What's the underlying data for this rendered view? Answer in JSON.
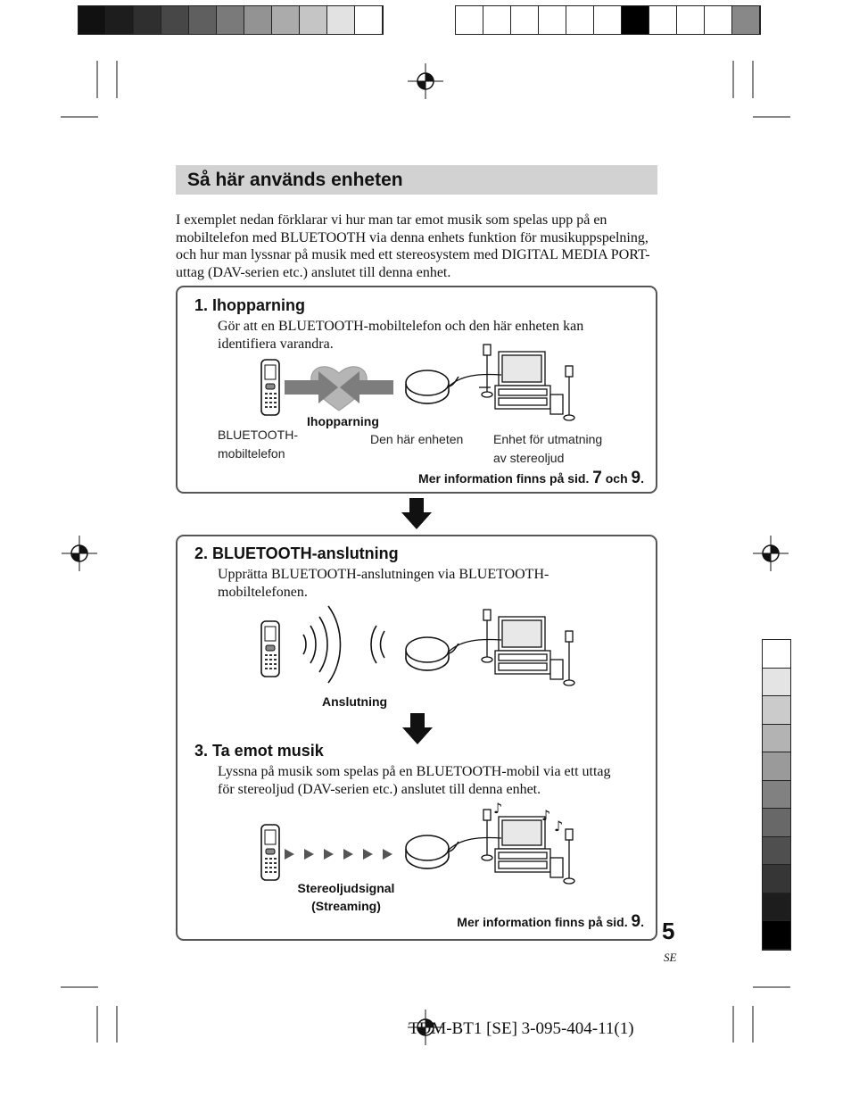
{
  "colors": {
    "title_bar": "#d2d2d2",
    "top_bar_left": [
      "#111111",
      "#1d1d1d",
      "#2f2f2f",
      "#474747",
      "#5f5f5f",
      "#7a7a7a",
      "#939393",
      "#ababab",
      "#c5c5c5",
      "#e2e2e2",
      "#ffffff"
    ],
    "top_bar_right": [
      "#ffffff",
      "#ffffff",
      "#ffffff",
      "#ffffff",
      "#ffffff",
      "#ffffff",
      "#000000",
      "#ffffff",
      "#ffffff",
      "#ffffff",
      "#888888"
    ],
    "side_bar": [
      "#ffffff",
      "#e4e4e4",
      "#cbcbcb",
      "#b3b3b3",
      "#9a9a9a",
      "#818181",
      "#686868",
      "#4f4f4f",
      "#363636",
      "#1d1d1d",
      "#000000"
    ]
  },
  "section": {
    "title": "Så här används enheten",
    "intro": "I exemplet nedan förklarar vi hur man tar emot musik som spelas upp på en mobiltelefon med BLUETOOTH via denna enhets funktion för musikuppspelning, och hur man lyssnar på musik med ett stereosystem med DIGITAL MEDIA PORT-uttag (DAV-serien etc.) anslutet till denna enhet."
  },
  "step1": {
    "heading": "1. Ihopparning",
    "text": "Gör att en BLUETOOTH-mobiltelefon och den här enheten kan identifiera varandra.",
    "label_pairing": "Ihopparning",
    "label_phone_1": "BLUETOOTH-",
    "label_phone_2": "mobiltelefon",
    "label_unit": "Den här enheten",
    "label_output_1": "Enhet för utmatning",
    "label_output_2": "av stereoljud",
    "more_prefix": "Mer information finns på sid.",
    "more_page_a": "7",
    "more_and": "och",
    "more_page_b": "9",
    "more_end": "."
  },
  "step2": {
    "heading": "2. BLUETOOTH-anslutning",
    "text": "Upprätta BLUETOOTH-anslutningen via BLUETOOTH-mobiltelefonen.",
    "label_connection": "Anslutning"
  },
  "step3": {
    "heading": "3. Ta emot musik",
    "text": "Lyssna på musik som spelas på en BLUETOOTH-mobil via ett uttag för stereoljud (DAV-serien etc.) anslutet till denna enhet.",
    "label_signal_1": "Stereoljudsignal",
    "label_signal_2": "(Streaming)",
    "more_prefix": "Mer information finns på sid.",
    "more_page": "9",
    "more_end": "."
  },
  "page": {
    "number": "5",
    "lang": "SE",
    "footer": "TDM-BT1 [SE] 3-095-404-11(1)"
  }
}
